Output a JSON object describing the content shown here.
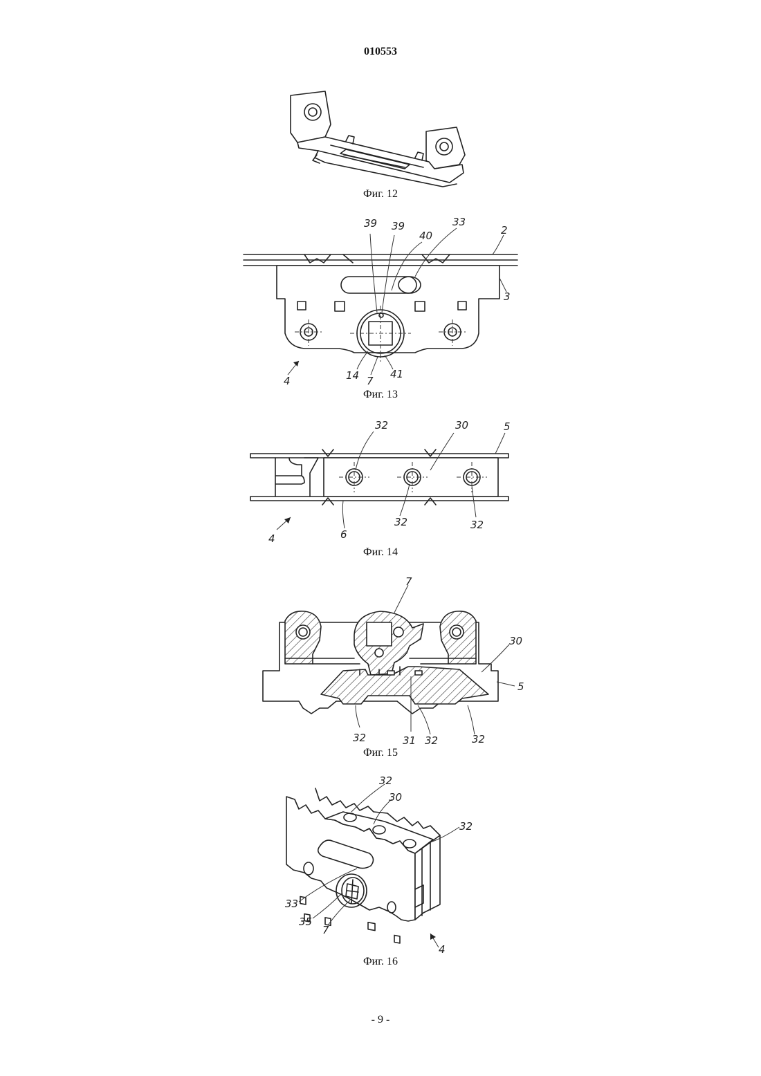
{
  "document": {
    "number": "010553",
    "page_number": "- 9 -"
  },
  "figures": [
    {
      "caption": "Фиг. 12",
      "labels": []
    },
    {
      "caption": "Фиг. 13",
      "labels": [
        "39",
        "39",
        "40",
        "33",
        "2",
        "3",
        "4",
        "14",
        "7",
        "41"
      ]
    },
    {
      "caption": "Фиг. 14",
      "labels": [
        "32",
        "30",
        "5",
        "4",
        "6",
        "32",
        "32"
      ]
    },
    {
      "caption": "Фиг. 15",
      "labels": [
        "7",
        "30",
        "5",
        "32",
        "31",
        "32",
        "32"
      ]
    },
    {
      "caption": "Фиг. 16",
      "labels": [
        "32",
        "30",
        "32",
        "33",
        "35",
        "7",
        "4"
      ]
    }
  ]
}
